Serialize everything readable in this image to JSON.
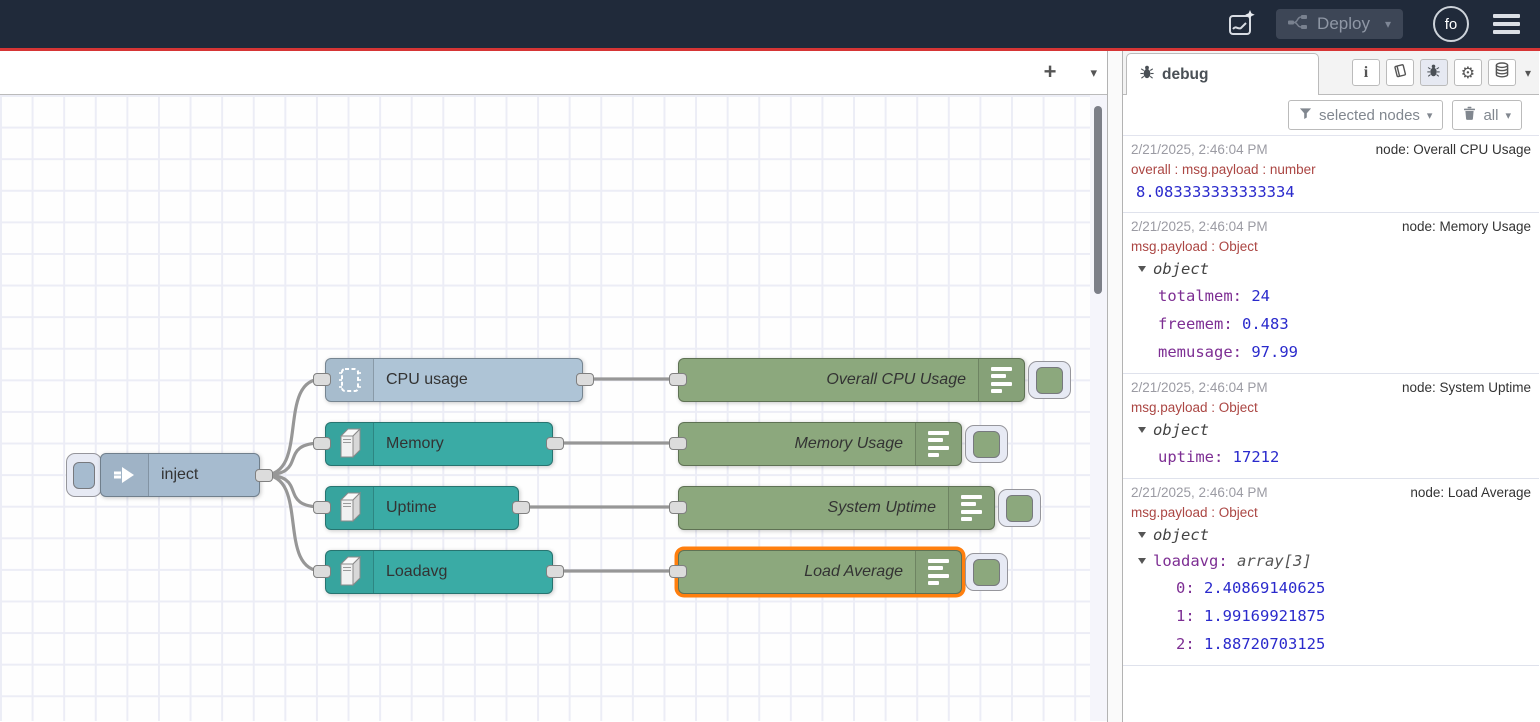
{
  "header": {
    "deploy_label": "Deploy",
    "avatar": "fo",
    "icons": [
      "image-sparkle-icon",
      "deploy-nodes-icon",
      "user-avatar",
      "menu-icon"
    ]
  },
  "colors": {
    "header_bg": "#202a3a",
    "accent_red": "#d63535",
    "inject_node": "#a6bbcf",
    "cpu_node": "#aec4d6",
    "os_node": "#3aaba5",
    "debug_node": "#8ca87d",
    "selected_outline": "#ff7f0e",
    "wire": "#979797",
    "value_blue": "#2a2acc",
    "key_purple": "#7d2e93",
    "prop_red": "#ab4643"
  },
  "icons": {
    "plus": "+",
    "chevron_down": "▾",
    "info": "i",
    "gear": "⚙"
  },
  "flow": {
    "inject": {
      "label": "inject"
    },
    "sources": [
      {
        "label": "CPU usage"
      },
      {
        "label": "Memory"
      },
      {
        "label": "Uptime"
      },
      {
        "label": "Loadavg"
      }
    ],
    "debugs": [
      {
        "label": "Overall CPU Usage"
      },
      {
        "label": "Memory Usage"
      },
      {
        "label": "System Uptime"
      },
      {
        "label": "Load Average"
      }
    ]
  },
  "sidebar": {
    "tab_label": "debug",
    "filter_label": "selected nodes",
    "clear_label": "all",
    "toolbar_icons": [
      "info-icon",
      "book-icon",
      "bug-icon",
      "gear-icon",
      "database-icon"
    ],
    "messages": [
      {
        "time": "2/21/2025, 2:46:04 PM",
        "node": "node: Overall CPU Usage",
        "prop": "overall : msg.payload : number",
        "value": "8.083333333333334"
      },
      {
        "time": "2/21/2025, 2:46:04 PM",
        "node": "node: Memory Usage",
        "prop": "msg.payload : Object",
        "root": "object",
        "entries": [
          {
            "key": "totalmem:",
            "value": "24"
          },
          {
            "key": "freemem:",
            "value": "0.483"
          },
          {
            "key": "memusage:",
            "value": "97.99"
          }
        ]
      },
      {
        "time": "2/21/2025, 2:46:04 PM",
        "node": "node: System Uptime",
        "prop": "msg.payload : Object",
        "root": "object",
        "entries": [
          {
            "key": "uptime:",
            "value": "17212"
          }
        ]
      },
      {
        "time": "2/21/2025, 2:46:04 PM",
        "node": "node: Load Average",
        "prop": "msg.payload : Object",
        "root": "object",
        "array_key": "loadavg:",
        "array_type": "array[3]",
        "entries": [
          {
            "key": "0:",
            "value": "2.40869140625"
          },
          {
            "key": "1:",
            "value": "1.99169921875"
          },
          {
            "key": "2:",
            "value": "1.88720703125"
          }
        ]
      }
    ]
  }
}
